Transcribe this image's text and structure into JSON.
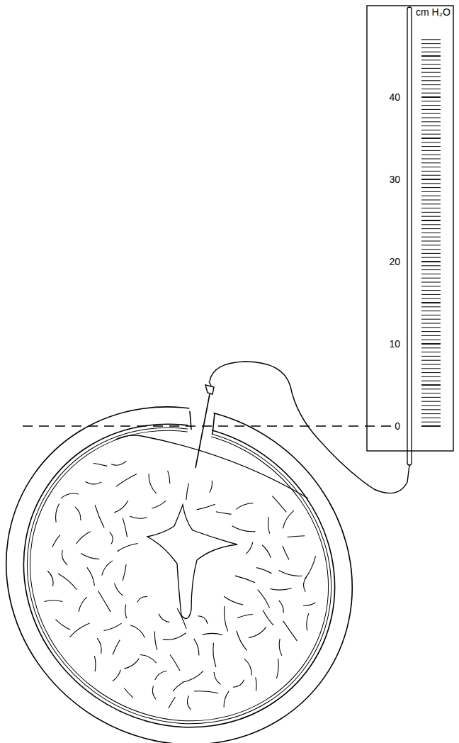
{
  "diagram": {
    "labels": [
      "cm H₂O",
      "40",
      "30",
      "20",
      "10",
      "0"
    ]
  }
}
